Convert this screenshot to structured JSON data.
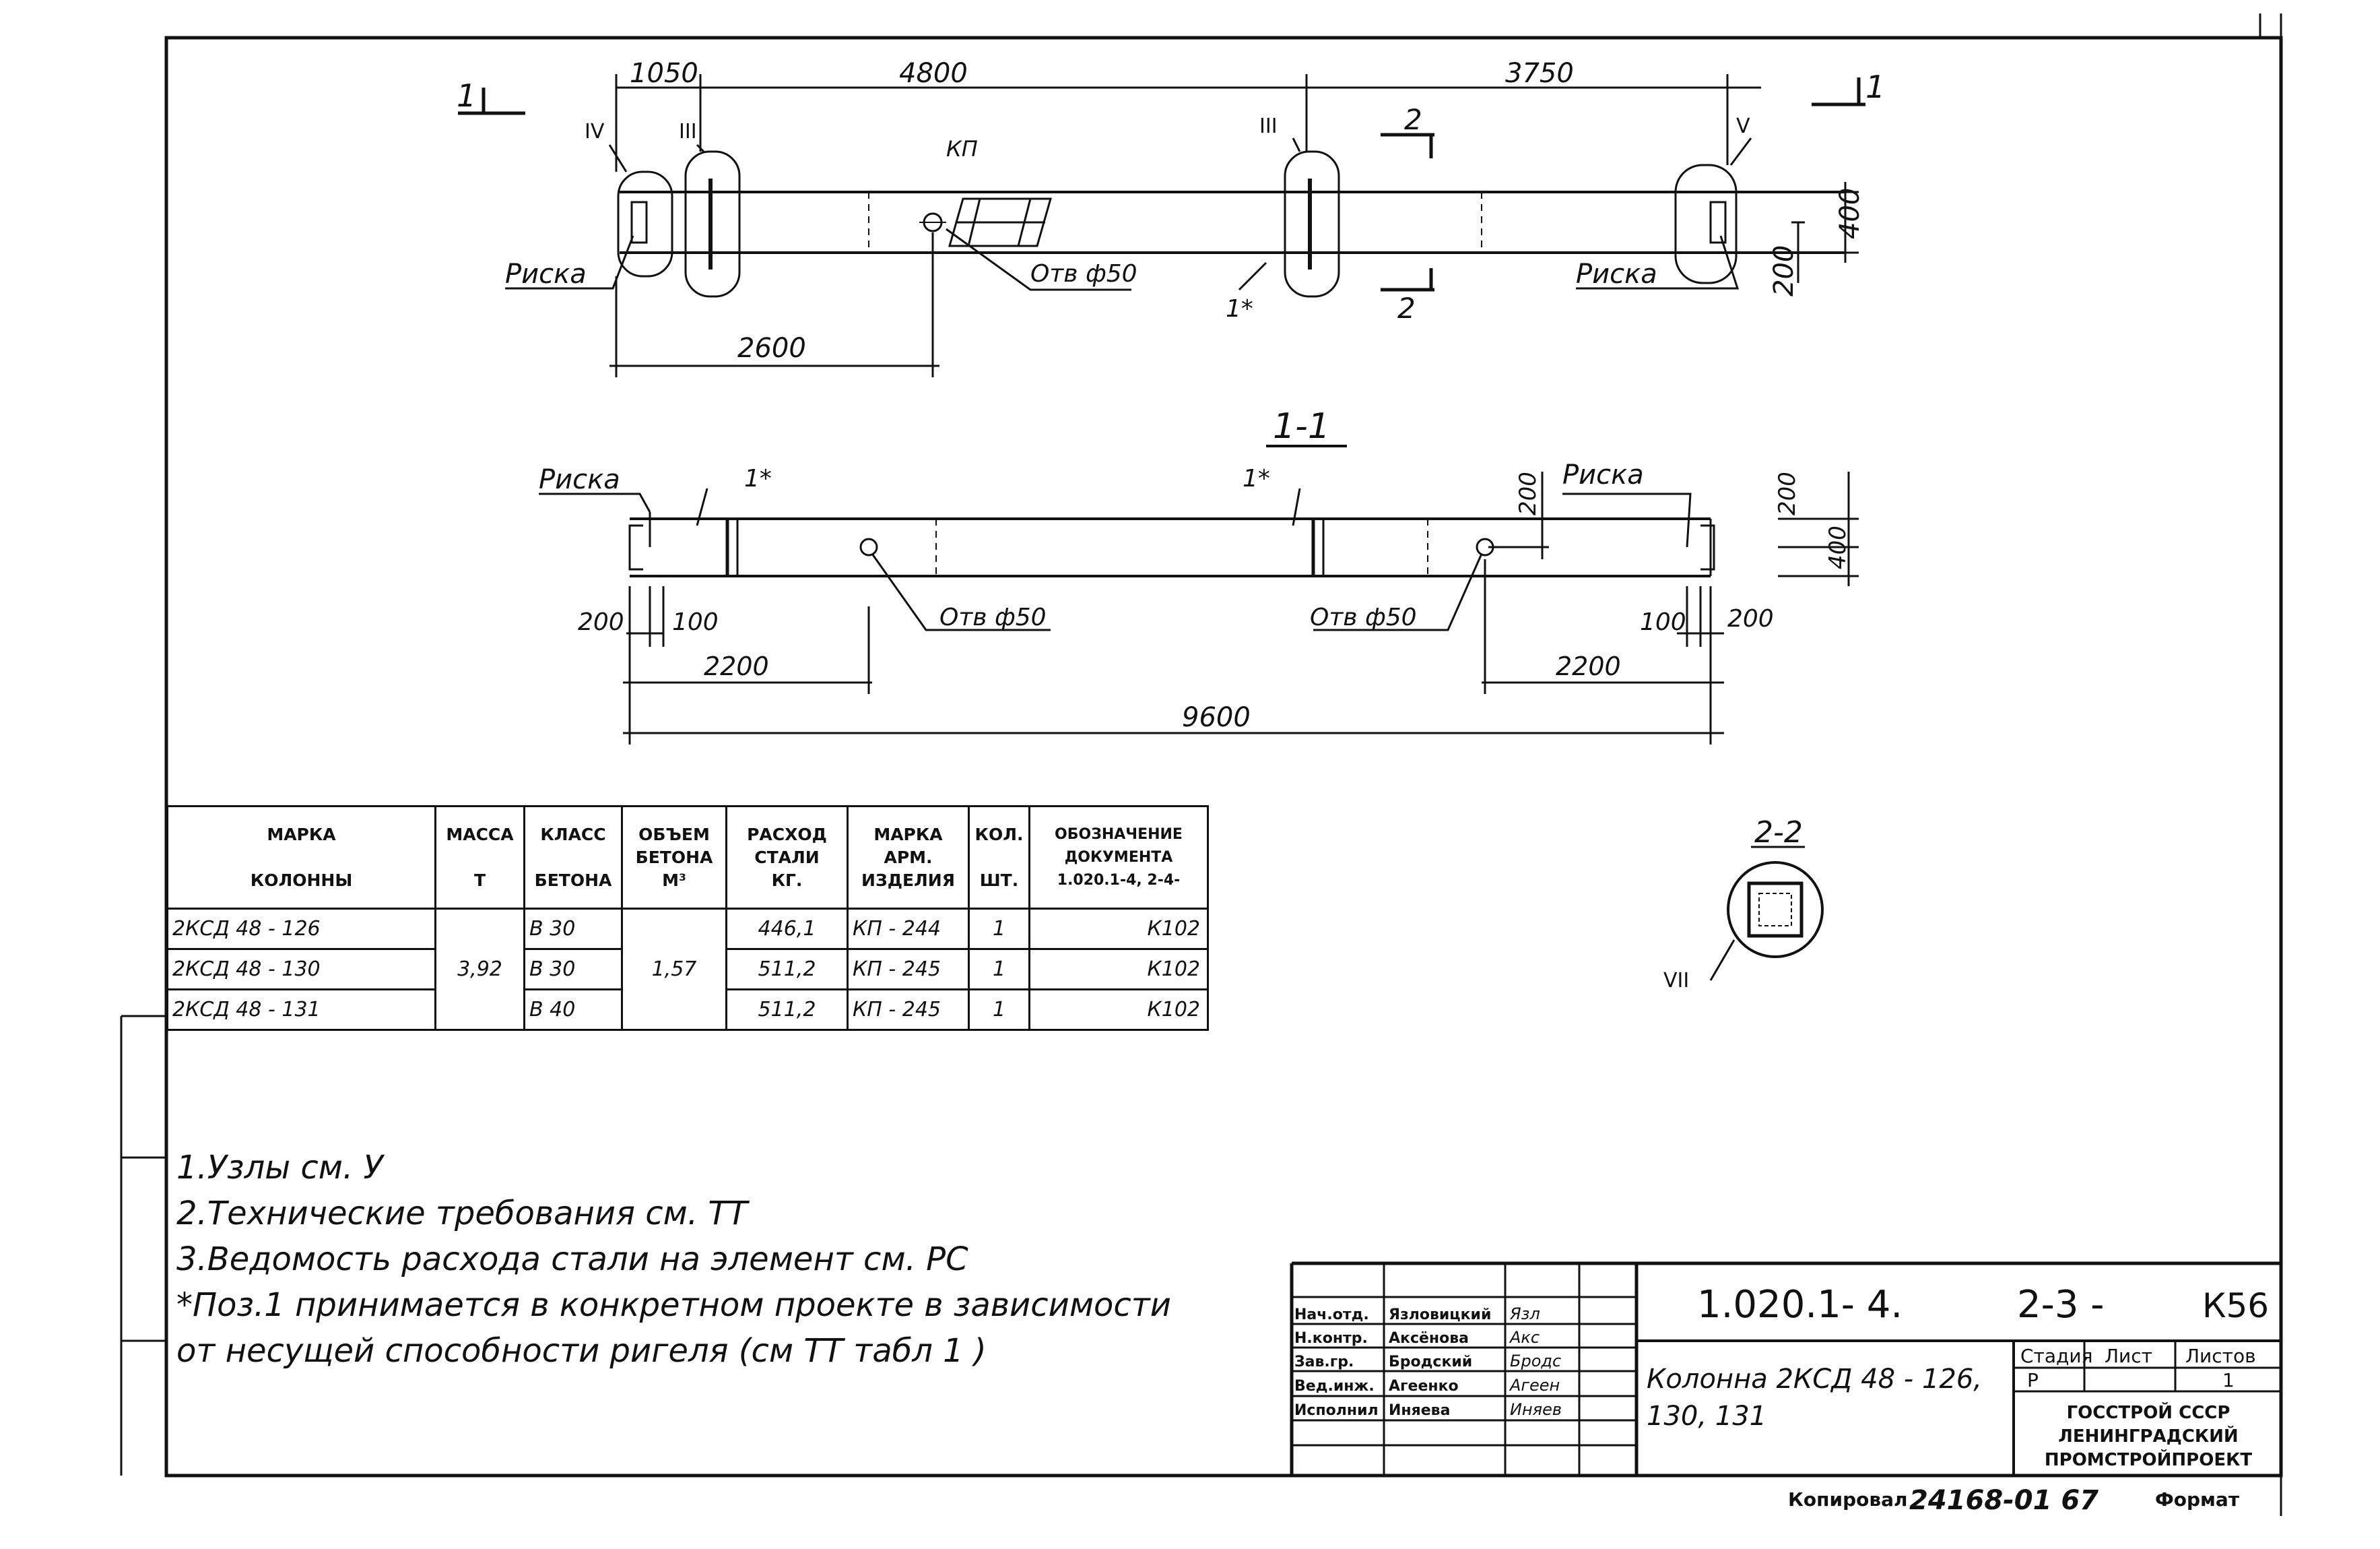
{
  "plan": {
    "dims_top": [
      "1050",
      "4800",
      "3750"
    ],
    "dim_2600": "2600",
    "dim_400": "400",
    "dim_200": "200",
    "nodes": [
      "IV",
      "III",
      "III",
      "V"
    ],
    "label_kp": "КП",
    "label_hole": "Отв ф50",
    "label_riska": "Риска",
    "label_1star": "1*",
    "section_1": "1",
    "section_2": "2"
  },
  "section_1_1": {
    "title": "1-1",
    "label_riska": "Риска",
    "label_1star": "1*",
    "label_hole": "Отв ф50",
    "dim_200": "200",
    "dim_100": "100",
    "dim_400": "400",
    "dim_2200": "2200",
    "dim_9600": "9600"
  },
  "section_2_2": {
    "title": "2-2",
    "node": "VII"
  },
  "spec_table": {
    "headers": [
      [
        "МАРКА",
        "КОЛОННЫ"
      ],
      [
        "МАССА",
        "Т"
      ],
      [
        "КЛАСС",
        "БЕТОНА"
      ],
      [
        "ОБЪЕМ",
        "БЕТОНА",
        "М³"
      ],
      [
        "РАСХОД",
        "СТАЛИ",
        "КГ."
      ],
      [
        "МАРКА",
        "АРМ.",
        "ИЗДЕЛИЯ"
      ],
      [
        "КОЛ.",
        "ШТ."
      ],
      [
        "ОБОЗНАЧЕНИЕ",
        "ДОКУМЕНТА",
        "1.020.1-4, 2-4-"
      ]
    ],
    "mass": "3,92",
    "volume": "1,57",
    "rows": [
      {
        "mark": "2КСД 48 - 126",
        "class": "В 30",
        "steel": "446,1",
        "arm": "КП - 244",
        "qty": "1",
        "doc": "К102"
      },
      {
        "mark": "2КСД 48 - 130",
        "class": "В 30",
        "steel": "511,2",
        "arm": "КП - 245",
        "qty": "1",
        "doc": "К102"
      },
      {
        "mark": "2КСД 48 - 131",
        "class": "В 40",
        "steel": "511,2",
        "arm": "КП - 245",
        "qty": "1",
        "doc": "К102"
      }
    ]
  },
  "notes": [
    "1.Узлы    см.  У",
    "2.Технические  требования   см.  ТТ",
    "3.Ведомость расхода стали на элемент см. РС",
    "*Поз.1 принимается в конкретном проекте в зависимости",
    "от несущей способности ригеля (см  ТТ табл  1   )"
  ],
  "title_block": {
    "code": "1.020.1- 4.",
    "sheet_code": "2-3  -",
    "series": "К56",
    "staff": [
      {
        "role": "Нач.отд.",
        "name": "Язловицкий",
        "sign": "Язл"
      },
      {
        "role": "Н.контр.",
        "name": "Аксёнова",
        "sign": "Акс"
      },
      {
        "role": "Зав.гр.",
        "name": "Бродский",
        "sign": "Бродс"
      },
      {
        "role": "Вед.инж.",
        "name": "Агеенко",
        "sign": "Агеен"
      },
      {
        "role": "Исполнил",
        "name": "Иняева",
        "sign": "Иняев"
      }
    ],
    "name_line1": "Колонна 2КСД 48 - 126,",
    "name_line2": "130, 131",
    "stage_label": "Стадия",
    "sheet_label": "Лист",
    "sheets_label": "Листов",
    "stage": "Р",
    "sheet": "",
    "sheets": "1",
    "org_line1": "ГОССТРОЙ СССР",
    "org_line2": "ЛЕНИНГРАДСКИЙ",
    "org_line3": "ПРОМСТРОЙПРОЕКТ"
  },
  "footer": {
    "copied_label": "Копировал",
    "copy_number": "24168-01  67",
    "format_label": "Формат"
  },
  "colors": {
    "ink": "#111111",
    "paper": "#ffffff"
  }
}
